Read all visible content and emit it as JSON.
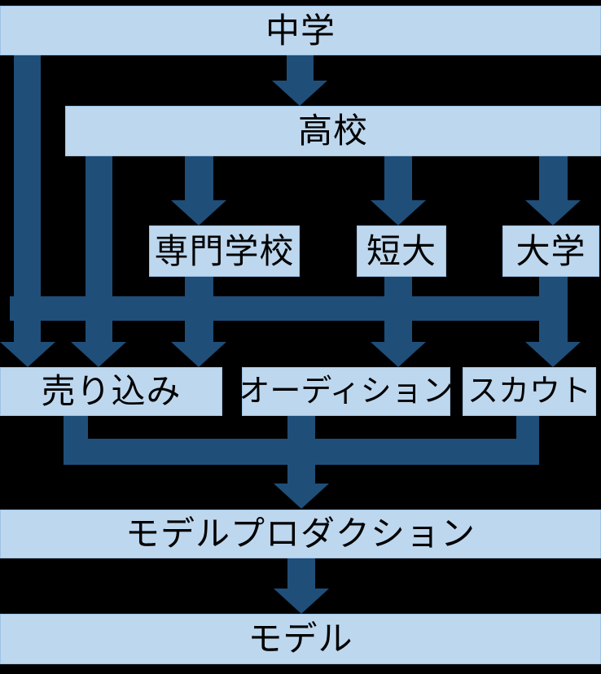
{
  "diagram": {
    "title_implicit": "モデルになるまでの流れ",
    "colors": {
      "background": "#000000",
      "node_fill": "#bdd7ee",
      "node_border": "#9dc3e6",
      "arrow": "#1f4e79",
      "text": "#000000"
    },
    "nodes": {
      "chugaku": {
        "label": "中学"
      },
      "koukou": {
        "label": "高校"
      },
      "senmon": {
        "label": "専門学校"
      },
      "tandai": {
        "label": "短大"
      },
      "daigaku": {
        "label": "大学"
      },
      "urikomi": {
        "label": "売り込み"
      },
      "audition": {
        "label": "オーディション"
      },
      "scout": {
        "label": "スカウト"
      },
      "production": {
        "label": "モデルプロダクション"
      },
      "model": {
        "label": "モデル"
      }
    },
    "edges": [
      {
        "from": "chugaku",
        "to": "koukou"
      },
      {
        "from": "chugaku",
        "to": "urikomi"
      },
      {
        "from": "koukou",
        "to": "urikomi"
      },
      {
        "from": "koukou",
        "to": "senmon"
      },
      {
        "from": "koukou",
        "to": "tandai"
      },
      {
        "from": "koukou",
        "to": "daigaku"
      },
      {
        "from": "senmon",
        "to": "urikomi"
      },
      {
        "from": "tandai",
        "to": "audition"
      },
      {
        "from": "daigaku",
        "to": "scout"
      },
      {
        "from": "urikomi",
        "to": "production"
      },
      {
        "from": "audition",
        "to": "production"
      },
      {
        "from": "scout",
        "to": "production"
      },
      {
        "from": "production",
        "to": "model"
      }
    ]
  }
}
